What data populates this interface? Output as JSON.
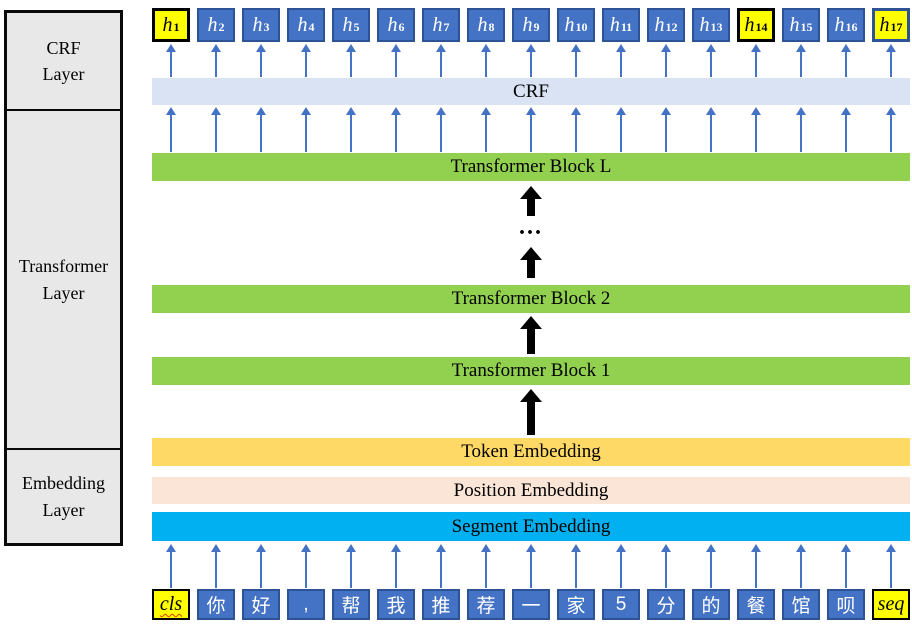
{
  "sidebar": {
    "sections": [
      {
        "label": "CRF\nLayer"
      },
      {
        "label": "Transformer\nLayer"
      },
      {
        "label": "Embedding\nLayer"
      }
    ]
  },
  "output_row": {
    "units": [
      {
        "base": "h",
        "sub": "1",
        "variant": "yellow-black"
      },
      {
        "base": "h",
        "sub": "2",
        "variant": "blue"
      },
      {
        "base": "h",
        "sub": "3",
        "variant": "blue"
      },
      {
        "base": "h",
        "sub": "4",
        "variant": "blue"
      },
      {
        "base": "h",
        "sub": "5",
        "variant": "blue"
      },
      {
        "base": "h",
        "sub": "6",
        "variant": "blue"
      },
      {
        "base": "h",
        "sub": "7",
        "variant": "blue"
      },
      {
        "base": "h",
        "sub": "8",
        "variant": "blue"
      },
      {
        "base": "h",
        "sub": "9",
        "variant": "blue"
      },
      {
        "base": "h",
        "sub": "10",
        "variant": "blue"
      },
      {
        "base": "h",
        "sub": "11",
        "variant": "blue"
      },
      {
        "base": "h",
        "sub": "12",
        "variant": "blue"
      },
      {
        "base": "h",
        "sub": "13",
        "variant": "blue"
      },
      {
        "base": "h",
        "sub": "14",
        "variant": "yellow-black"
      },
      {
        "base": "h",
        "sub": "15",
        "variant": "blue"
      },
      {
        "base": "h",
        "sub": "16",
        "variant": "blue"
      },
      {
        "base": "h",
        "sub": "17",
        "variant": "yellow-blue"
      }
    ]
  },
  "layers": {
    "crf": {
      "label": "CRF",
      "color": "#DAE3F3"
    },
    "transformer_block_L": {
      "label": "Transformer Block L",
      "color": "#92D050"
    },
    "transformer_block_2": {
      "label": "Transformer Block 2",
      "color": "#92D050"
    },
    "transformer_block_1": {
      "label": "Transformer Block 1",
      "color": "#92D050"
    },
    "ellipsis": "...",
    "token_embedding": {
      "label": "Token Embedding",
      "color": "#FFD966"
    },
    "position_embedding": {
      "label": "Position Embedding",
      "color": "#FBE5D6"
    },
    "segment_embedding": {
      "label": "Segment Embedding",
      "color": "#00B0F0"
    }
  },
  "input_row": {
    "tokens": [
      {
        "text": "cls",
        "variant": "yellow",
        "squiggle": true
      },
      {
        "text": "你",
        "variant": "blue"
      },
      {
        "text": "好",
        "variant": "blue"
      },
      {
        "text": ",",
        "variant": "blue"
      },
      {
        "text": "帮",
        "variant": "blue"
      },
      {
        "text": "我",
        "variant": "blue"
      },
      {
        "text": "推",
        "variant": "blue"
      },
      {
        "text": "荐",
        "variant": "blue"
      },
      {
        "text": "一",
        "variant": "blue"
      },
      {
        "text": "家",
        "variant": "blue"
      },
      {
        "text": "5",
        "variant": "blue"
      },
      {
        "text": "分",
        "variant": "blue"
      },
      {
        "text": "的",
        "variant": "blue"
      },
      {
        "text": "餐",
        "variant": "blue"
      },
      {
        "text": "馆",
        "variant": "blue"
      },
      {
        "text": "呗",
        "variant": "blue"
      },
      {
        "text": "seq",
        "variant": "yellow",
        "squiggle": false
      }
    ]
  },
  "colors": {
    "box_blue": "#4472C4",
    "box_blue_border": "#2E5395",
    "box_yellow": "#FFFF00",
    "arrow_blue": "#4472C4",
    "arrow_black": "#000000",
    "sidebar_bg": "#E8E8E8"
  }
}
